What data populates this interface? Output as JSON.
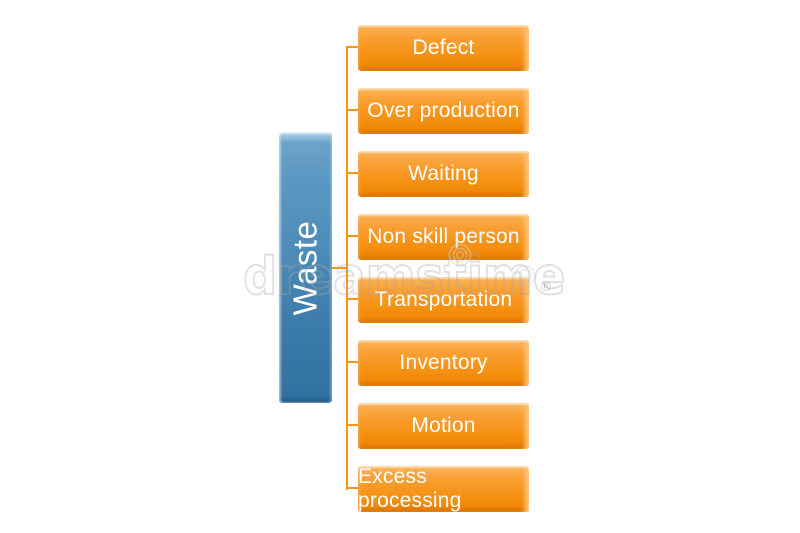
{
  "diagram": {
    "type": "hierarchy",
    "root": {
      "label": "Waste"
    },
    "children": [
      {
        "label": "Defect"
      },
      {
        "label": "Over production"
      },
      {
        "label": "Waiting"
      },
      {
        "label": "Non skill person"
      },
      {
        "label": "Transportation"
      },
      {
        "label": "Inventory"
      },
      {
        "label": "Motion"
      },
      {
        "label": "Excess processing"
      }
    ],
    "colors": {
      "root_fill_top": "#b3d8ec",
      "root_fill_mid": "#4d8bb8",
      "root_fill_bottom": "#30719f",
      "child_fill_top": "#fcd096",
      "child_fill_mid": "#f99d2f",
      "child_fill_bottom": "#e87d03",
      "connector": "#f7941e",
      "label_text": "#ffffff",
      "background": "#ffffff"
    }
  },
  "watermark": {
    "text": "dreamstime",
    "registered_mark": "®"
  }
}
